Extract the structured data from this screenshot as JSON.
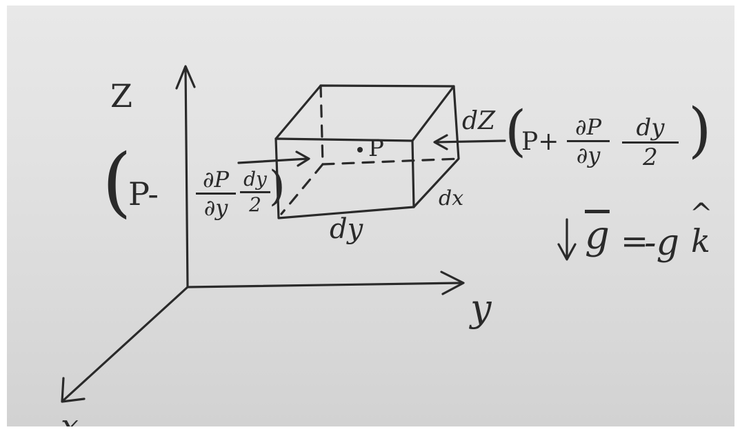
{
  "axes": {
    "z": "Z",
    "y": "y",
    "x": "x"
  },
  "point_label": "P",
  "dims": {
    "dx": "dx",
    "dy": "dy",
    "dz": "dZ"
  },
  "left_term": {
    "open": "(",
    "p": "P-",
    "frac1": {
      "num": "∂P",
      "den": "∂y"
    },
    "frac2": {
      "num": "dy",
      "den": "2"
    },
    "close": ")"
  },
  "right_term": {
    "open": "(",
    "p": "P+",
    "frac1": {
      "num": "∂P",
      "den": "∂y"
    },
    "frac2": {
      "num": "dy",
      "den": "2"
    },
    "close": ")"
  },
  "gravity": {
    "lhs": "g",
    "eq": "=",
    "rhs": "-g",
    "unit": "k",
    "hat": "^"
  }
}
